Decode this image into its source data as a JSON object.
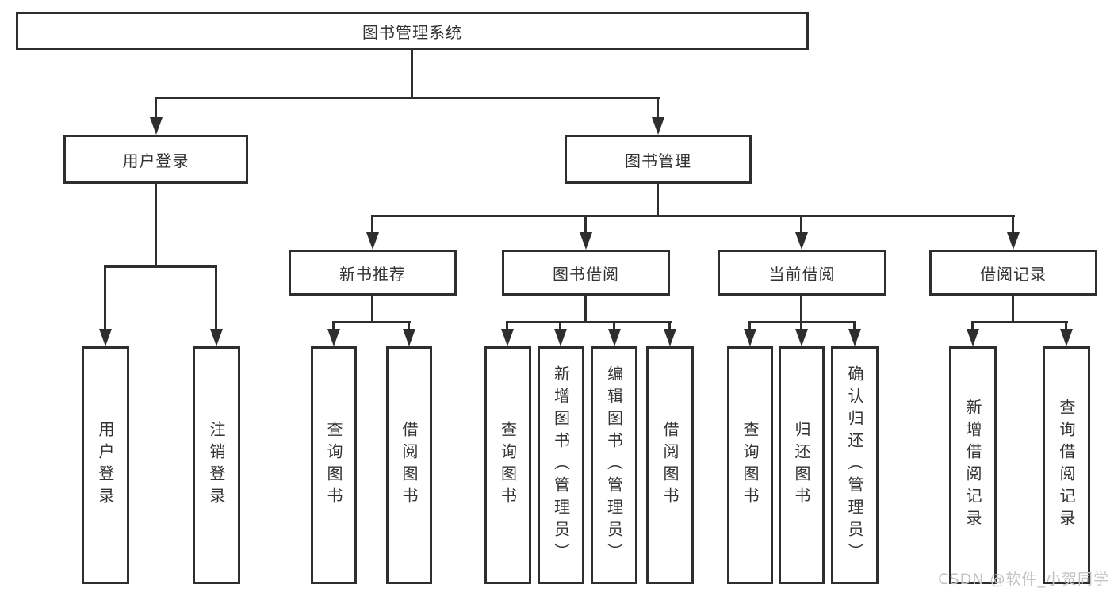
{
  "diagram_title": "图书管理系统",
  "tree": {
    "label": "图书管理系统",
    "children": [
      {
        "label": "用户登录",
        "children": [
          {
            "label": "用户登录"
          },
          {
            "label": "注销登录"
          }
        ]
      },
      {
        "label": "图书管理",
        "children": [
          {
            "label": "新书推荐",
            "children": [
              {
                "label": "查询图书"
              },
              {
                "label": "借阅图书"
              }
            ]
          },
          {
            "label": "图书借阅",
            "children": [
              {
                "label": "查询图书"
              },
              {
                "label": "新增图书（管理员）"
              },
              {
                "label": "编辑图书（管理员）"
              },
              {
                "label": "借阅图书"
              }
            ]
          },
          {
            "label": "当前借阅",
            "children": [
              {
                "label": "查询图书"
              },
              {
                "label": "归还图书"
              },
              {
                "label": "确认归还（管理员）"
              }
            ]
          },
          {
            "label": "借阅记录",
            "children": [
              {
                "label": "新增借阅记录"
              },
              {
                "label": "查询借阅记录"
              }
            ]
          }
        ]
      }
    ]
  },
  "watermark": {
    "text": "CSDN @软件_小贺同学"
  },
  "colors": {
    "line": "#2e2e2e",
    "box_border": "#2e2e2e",
    "text": "#333333",
    "watermark": "#c4c4c4",
    "background": "#ffffff"
  }
}
